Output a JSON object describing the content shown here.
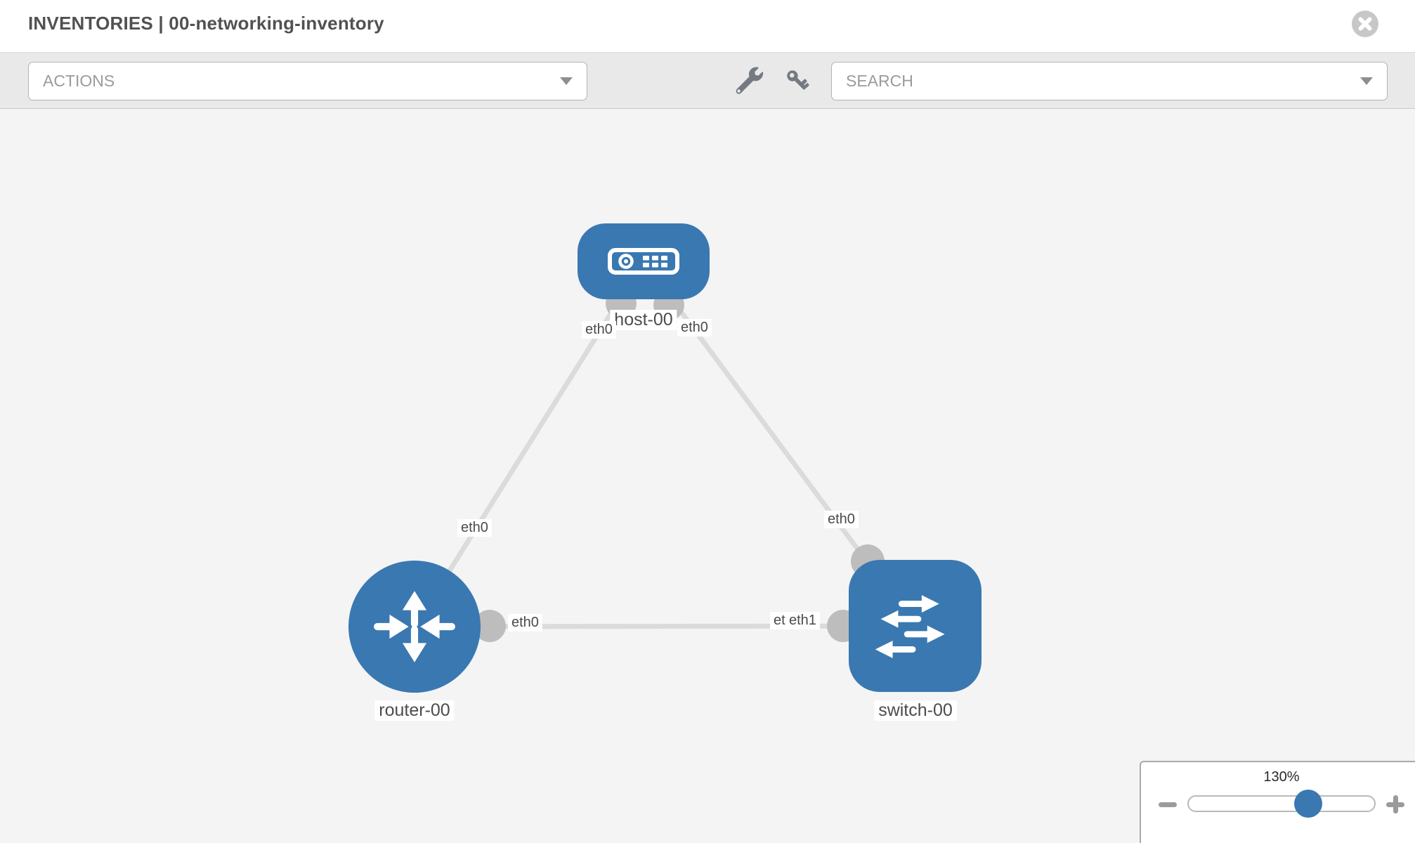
{
  "header": {
    "title": "INVENTORIES | 00-networking-inventory"
  },
  "toolbar": {
    "actions_label": "ACTIONS",
    "search_label": "SEARCH",
    "icons": [
      "wrench-icon",
      "key-icon"
    ]
  },
  "topology": {
    "nodes": [
      {
        "id": "host-00",
        "type": "host",
        "label": "host-00",
        "icon": "host-icon"
      },
      {
        "id": "router-00",
        "type": "router",
        "label": "router-00",
        "icon": "router-icon"
      },
      {
        "id": "switch-00",
        "type": "switch",
        "label": "switch-00",
        "icon": "switch-icon"
      }
    ],
    "links": [
      {
        "from": "router-00",
        "to": "host-00",
        "from_interface": "eth0",
        "to_interface": "eth0"
      },
      {
        "from": "host-00",
        "to": "switch-00",
        "from_interface": "eth0",
        "to_interface": "eth0"
      },
      {
        "from": "router-00",
        "to": "switch-00",
        "from_interface": "eth0",
        "to_interface": "eth1",
        "to_interface_occluded": "eth0"
      }
    ]
  },
  "zoom_control": {
    "level": "130%",
    "zoom_out_icon": "minus",
    "zoom_in_icon": "plus"
  },
  "colors": {
    "node_blue": "#3a78b1",
    "link_gray": "#dbdbdb",
    "endpoint_gray": "#bdbdbd",
    "canvas_bg": "#f4f4f4",
    "toolbar_bg": "#e9e9e9",
    "accent": "#3a78b1"
  }
}
